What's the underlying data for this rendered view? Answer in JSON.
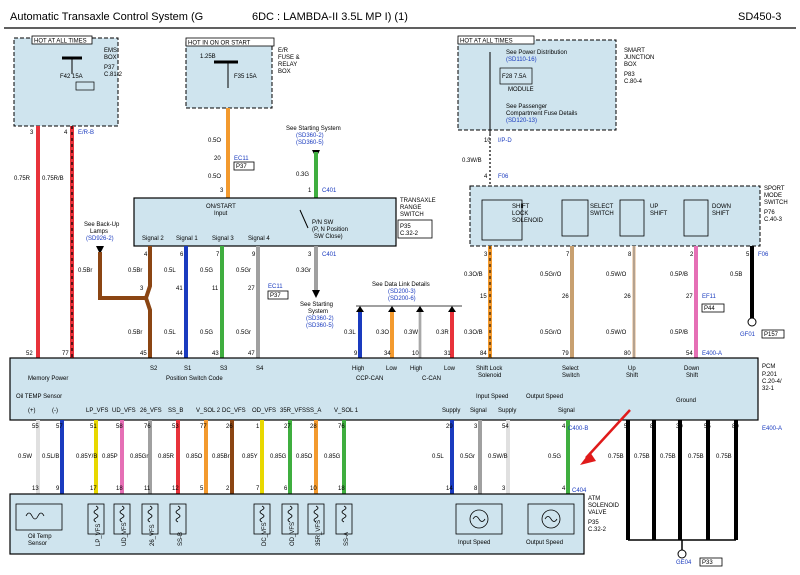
{
  "header": {
    "title": "Automatic Transaxle Control System (G",
    "subtitle": "6DC : LAMBDA-II 3.5L MP I) (1)",
    "page_ref": "SD450-3"
  },
  "top_boxes": {
    "ems": {
      "hot_label": "HOT AT ALL TIMES",
      "name": "EMS\nBOX",
      "ref": "P37\nC.81-2",
      "fuse": "F42 15A"
    },
    "er_fuse": {
      "hot_label": "HOT IN ON OR START",
      "name": "E/R\nFUSE &\nRELAY\nBOX",
      "fuse": "F35 15A",
      "fuse_small": "1.25B"
    },
    "smart_junction": {
      "hot_label": "HOT AT ALL TIMES",
      "name": "SMART\nJUNCTION\nBOX",
      "ref": "P83\nC.80-4",
      "note1": "See Power Distribution",
      "note1_ref": "(SD110-16)",
      "fuse": "F28 7.5A",
      "module": "MODULE",
      "note2": "See Passenger\nCompartment Fuse Details",
      "note2_ref": "(SD120-13)"
    }
  },
  "range_switch": {
    "title": "ON/START\nInput",
    "name": "TRANSAXLE\nRANGE\nSWITCH",
    "ref": "P35\nC.32-2",
    "contact": "P/N SW\n(P, N Position\nSW Close)",
    "signals": [
      "Signal 2",
      "Signal 1",
      "Signal 3",
      "Signal 4"
    ],
    "connector": "C401",
    "see_starting": "See Starting System",
    "see_starting_ref": "(SD360-2)\n(SD360-5)",
    "backup": "See Back-Up\nLamps",
    "backup_ref": "(SD926-2)"
  },
  "sport_switch": {
    "name": "SPORT\nMODE\nSWITCH",
    "ref": "P76\nC.40-3",
    "items": [
      "SHIFT\nLOCK\nSOLENOID",
      "SELECT\nSWITCH",
      "UP\nSHIFT",
      "DOWN\nSHIFT"
    ],
    "connector": "F06"
  },
  "pcm": {
    "name": "PCM",
    "ref": "P.201\nC.20-4/\n32-1",
    "top_labels": [
      "Memory Power",
      "Position Switch Code",
      "High",
      "Low",
      "High",
      "Low",
      "Shift Lock\nSolenoid",
      "Select\nSwitch",
      "Up\nShift",
      "Down\nShift"
    ],
    "pos_codes": [
      "S2",
      "S1",
      "S3",
      "S4"
    ],
    "ccp_can": "CCP-CAN",
    "c_can": "C-CAN",
    "bottom_groups": [
      "Oil TEMP Sensor",
      "Input Speed",
      "Output Speed",
      "Ground"
    ],
    "bottom_pins": [
      "(+)",
      "(-)",
      "LP_VFS",
      "UD_VFS",
      "26_VFS",
      "SS_B",
      "V_SOL 2",
      "DC_VFS",
      "OD_VFS",
      "35R_VFS",
      "SS_A",
      "V_SOL 1",
      "Supply",
      "Signal",
      "Supply",
      "Signal"
    ],
    "connector_b": "C400-B",
    "connector_a": "E400-A"
  },
  "solenoid_valve": {
    "name": "ATM\nSOLENOID\nVALVE",
    "ref": "P35\nC.32-2",
    "oil_temp": "Oil Temp\nSensor",
    "input_speed": "Input Speed",
    "output_speed": "Output Speed",
    "coils": [
      "LP_VFS",
      "UD_VFS",
      "26_VFS",
      "SS-B",
      "DC_VFS",
      "OD_VFS",
      "35R_VFS",
      "SS-A"
    ],
    "connector": "C404"
  },
  "ground_labels": {
    "gf01": "GF01",
    "gf01_ref": "P157",
    "ge04": "GE04",
    "ge04_ref": "P33"
  },
  "data_link": {
    "note": "See Data Link Details",
    "ref": "(SD200-3)\n(SD200-6)"
  },
  "wire_specs": {
    "ems": [
      "0.75R",
      "0.75R/B"
    ],
    "ems_pins": [
      "3",
      "4"
    ],
    "ems_conn": "E/R-B",
    "er_wire": "0.5O",
    "er_pins": [
      "20",
      "3"
    ],
    "er_conn": "EC11",
    "er_conn_ref": "P37",
    "start_wire": "0.3G",
    "start_pin": "1",
    "start_conn": "C401",
    "sjb_wire": "0.3W/B",
    "sjb_pins": [
      "10",
      "4"
    ],
    "sjb_conn": "I/P-D",
    "sjb_conn2": "F06",
    "range_wires": [
      "0.5Br",
      "0.5L",
      "0.5G",
      "0.5Gr"
    ],
    "range_pins_top": [
      "4",
      "6",
      "7",
      "9"
    ],
    "range_pins_mid": [
      "3",
      "41",
      "11",
      "27"
    ],
    "range_pins_pcm": [
      "45",
      "44",
      "43",
      "47"
    ],
    "range_wires2": [
      "0.5Br",
      "0.5L",
      "0.5G",
      "0.5Gr"
    ],
    "range_conn": "EC11",
    "range_conn_ref": "P37",
    "backup_wire": "0.5Br",
    "start_wire2": "0.3Gr",
    "start_pin2": "3",
    "mem_pins": [
      "52",
      "77"
    ],
    "can_wires": [
      "0.3L",
      "0.3O",
      "0.3W",
      "0.3R"
    ],
    "can_pins": [
      "9",
      "34",
      "10",
      "31"
    ],
    "sport_wires": [
      "0.3O/B",
      "0.5Gr/O",
      "0.5W/O",
      "0.5P/B",
      "0.5B"
    ],
    "sport_pins_top": [
      "3",
      "7",
      "8",
      "2",
      "5"
    ],
    "sport_pins_mid": [
      "15",
      "26",
      "26",
      "27"
    ],
    "sport_pins_pcm": [
      "84",
      "79",
      "80",
      "54"
    ],
    "sport_conn": "EF11",
    "sport_conn_ref": "P44",
    "sport_conn2": "E400-A",
    "bottom_pins_top": [
      "55",
      "57",
      "51",
      "58",
      "76",
      "53",
      "77",
      "26",
      "1",
      "27",
      "28",
      "76",
      "29",
      "3",
      "54",
      "4"
    ],
    "bottom_wires": [
      "0.5W",
      "0.5L/B",
      "0.85Y/B",
      "0.85P",
      "0.85Gr",
      "0.85R",
      "0.85O",
      "0.85Br",
      "0.85Y",
      "0.85G",
      "0.85O",
      "0.85G",
      "0.5L",
      "0.5Gr",
      "0.5W/B",
      "0.5G"
    ],
    "bottom_pins_bot": [
      "13",
      "9",
      "17",
      "18",
      "11",
      "12",
      "5",
      "2",
      "7",
      "6",
      "10",
      "18",
      "14",
      "8",
      "3",
      "4"
    ],
    "ground_pins": [
      "5",
      "8",
      "30",
      "55",
      "80"
    ],
    "ground_wire": "0.75B"
  }
}
